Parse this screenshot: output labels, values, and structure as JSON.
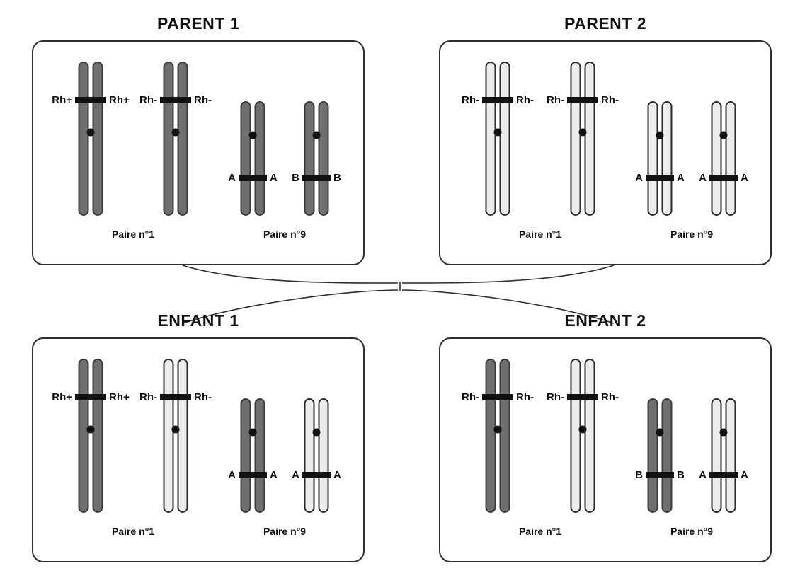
{
  "figure": {
    "description": "Heredity diagram of chromosome pairs 1 and 9 for two parents and two children"
  },
  "colors": {
    "dark": "#6f6f6f",
    "light": "#ececec",
    "outline_dark": "#3c3c3c",
    "outline_light": "#2a2a2a",
    "band": "#111111",
    "centromere": "#111111",
    "line": "#2f2f2f"
  },
  "panels": [
    {
      "title": "PARENT 1",
      "pairs": [
        {
          "label": "Paire n°1",
          "chromosomes": [
            {
              "shade": "dark",
              "size": "long",
              "allele_left": "Rh+",
              "allele_right": "Rh+"
            },
            {
              "shade": "dark",
              "size": "long",
              "allele_left": "Rh-",
              "allele_right": "Rh-"
            }
          ]
        },
        {
          "label": "Paire n°9",
          "chromosomes": [
            {
              "shade": "dark",
              "size": "short",
              "allele_left": "A",
              "allele_right": "A"
            },
            {
              "shade": "dark",
              "size": "short",
              "allele_left": "B",
              "allele_right": "B"
            }
          ]
        }
      ]
    },
    {
      "title": "PARENT 2",
      "pairs": [
        {
          "label": "Paire n°1",
          "chromosomes": [
            {
              "shade": "light",
              "size": "long",
              "allele_left": "Rh-",
              "allele_right": "Rh-"
            },
            {
              "shade": "light",
              "size": "long",
              "allele_left": "Rh-",
              "allele_right": "Rh-"
            }
          ]
        },
        {
          "label": "Paire n°9",
          "chromosomes": [
            {
              "shade": "light",
              "size": "short",
              "allele_left": "A",
              "allele_right": "A"
            },
            {
              "shade": "light",
              "size": "short",
              "allele_left": "A",
              "allele_right": "A"
            }
          ]
        }
      ]
    },
    {
      "title": "ENFANT 1",
      "pairs": [
        {
          "label": "Paire n°1",
          "chromosomes": [
            {
              "shade": "dark",
              "size": "long",
              "allele_left": "Rh+",
              "allele_right": "Rh+"
            },
            {
              "shade": "light",
              "size": "long",
              "allele_left": "Rh-",
              "allele_right": "Rh-"
            }
          ]
        },
        {
          "label": "Paire n°9",
          "chromosomes": [
            {
              "shade": "dark",
              "size": "short",
              "allele_left": "A",
              "allele_right": "A"
            },
            {
              "shade": "light",
              "size": "short",
              "allele_left": "A",
              "allele_right": "A"
            }
          ]
        }
      ]
    },
    {
      "title": "ENFANT 2",
      "pairs": [
        {
          "label": "Paire n°1",
          "chromosomes": [
            {
              "shade": "dark",
              "size": "long",
              "allele_left": "Rh-",
              "allele_right": "Rh-"
            },
            {
              "shade": "light",
              "size": "long",
              "allele_left": "Rh-",
              "allele_right": "Rh-"
            }
          ]
        },
        {
          "label": "Paire n°9",
          "chromosomes": [
            {
              "shade": "dark",
              "size": "short",
              "allele_left": "B",
              "allele_right": "B"
            },
            {
              "shade": "light",
              "size": "short",
              "allele_left": "A",
              "allele_right": "A"
            }
          ]
        }
      ]
    }
  ]
}
